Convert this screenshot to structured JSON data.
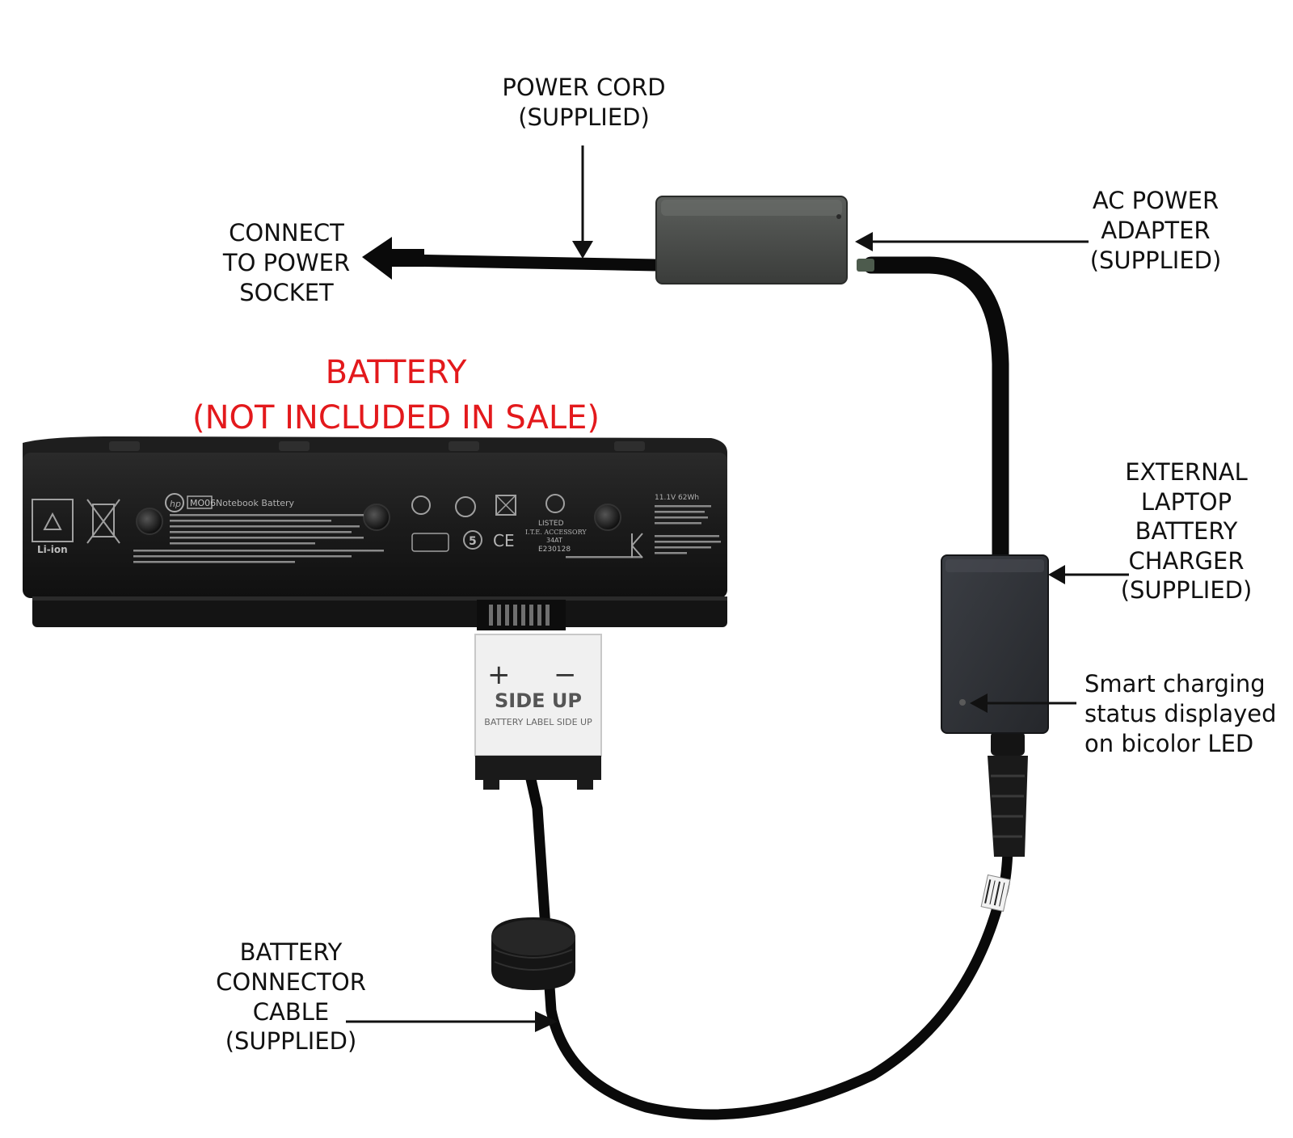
{
  "labels": {
    "power_cord": [
      "POWER CORD",
      "(SUPPLIED)"
    ],
    "ac_adapter": [
      "AC POWER",
      "ADAPTER",
      "(SUPPLIED)"
    ],
    "power_socket": [
      "CONNECT",
      "TO POWER",
      "SOCKET"
    ],
    "battery": [
      "BATTERY",
      "(NOT INCLUDED IN SALE)"
    ],
    "charger": [
      "EXTERNAL",
      "LAPTOP",
      "BATTERY",
      "CHARGER",
      "(SUPPLIED)"
    ],
    "led_status": [
      "Smart charging",
      "status displayed",
      "on bicolor LED"
    ],
    "connector_cable": [
      "BATTERY",
      "CONNECTOR",
      "CABLE",
      "(SUPPLIED)"
    ]
  },
  "battery_pack": {
    "model": "MO06",
    "product": "Notebook Battery",
    "chem": "Li-ion",
    "rating": "11.1V 62Wh",
    "cert": "E230128",
    "listed": "LISTED",
    "ite": "I.T.E. ACCESSORY",
    "code": "34AT"
  },
  "connector_plug": {
    "plus": "+",
    "minus": "−",
    "side_up": "SIDE UP",
    "label_side_up": "BATTERY LABEL SIDE UP"
  },
  "colors": {
    "battery_title": "#e3191c",
    "text": "#111111"
  }
}
